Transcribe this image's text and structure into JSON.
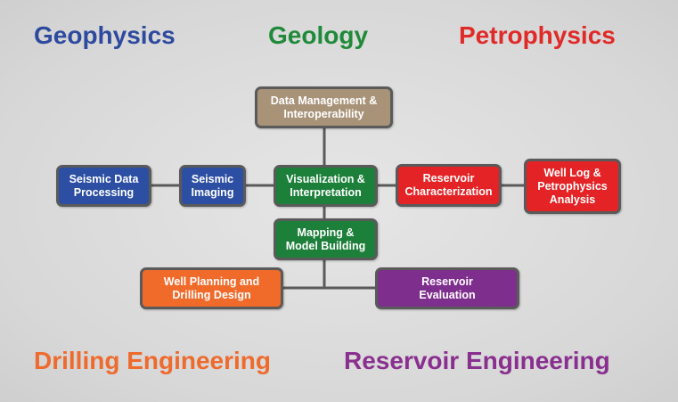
{
  "headings": {
    "geophysics": "Geophysics",
    "geology": "Geology",
    "petrophysics": "Petrophysics",
    "drilling_engineering": "Drilling Engineering",
    "reservoir_engineering": "Reservoir Engineering"
  },
  "boxes": {
    "data_management": "Data Management &\nInteroperability",
    "seismic_data_processing": "Seismic Data\nProcessing",
    "seismic_imaging": "Seismic\nImaging",
    "visualization_interpretation": "Visualization &\nInterpretation",
    "reservoir_characterization": "Reservoir\nCharacterization",
    "well_log_petrophysics": "Well Log &\nPetrophysics\nAnalysis",
    "mapping_model_building": "Mapping &\nModel Building",
    "well_planning_drilling": "Well Planning and\nDrilling Design",
    "reservoir_evaluation": "Reservoir\nEvaluation"
  },
  "colors": {
    "geophysics": "#2e4a9e",
    "geology": "#1f8a3a",
    "petrophysics": "#e02a27",
    "drilling": "#ee6a2d",
    "reservoir": "#8a2f8f",
    "data_management": "#a89379",
    "connector": "#5a5a5a"
  }
}
